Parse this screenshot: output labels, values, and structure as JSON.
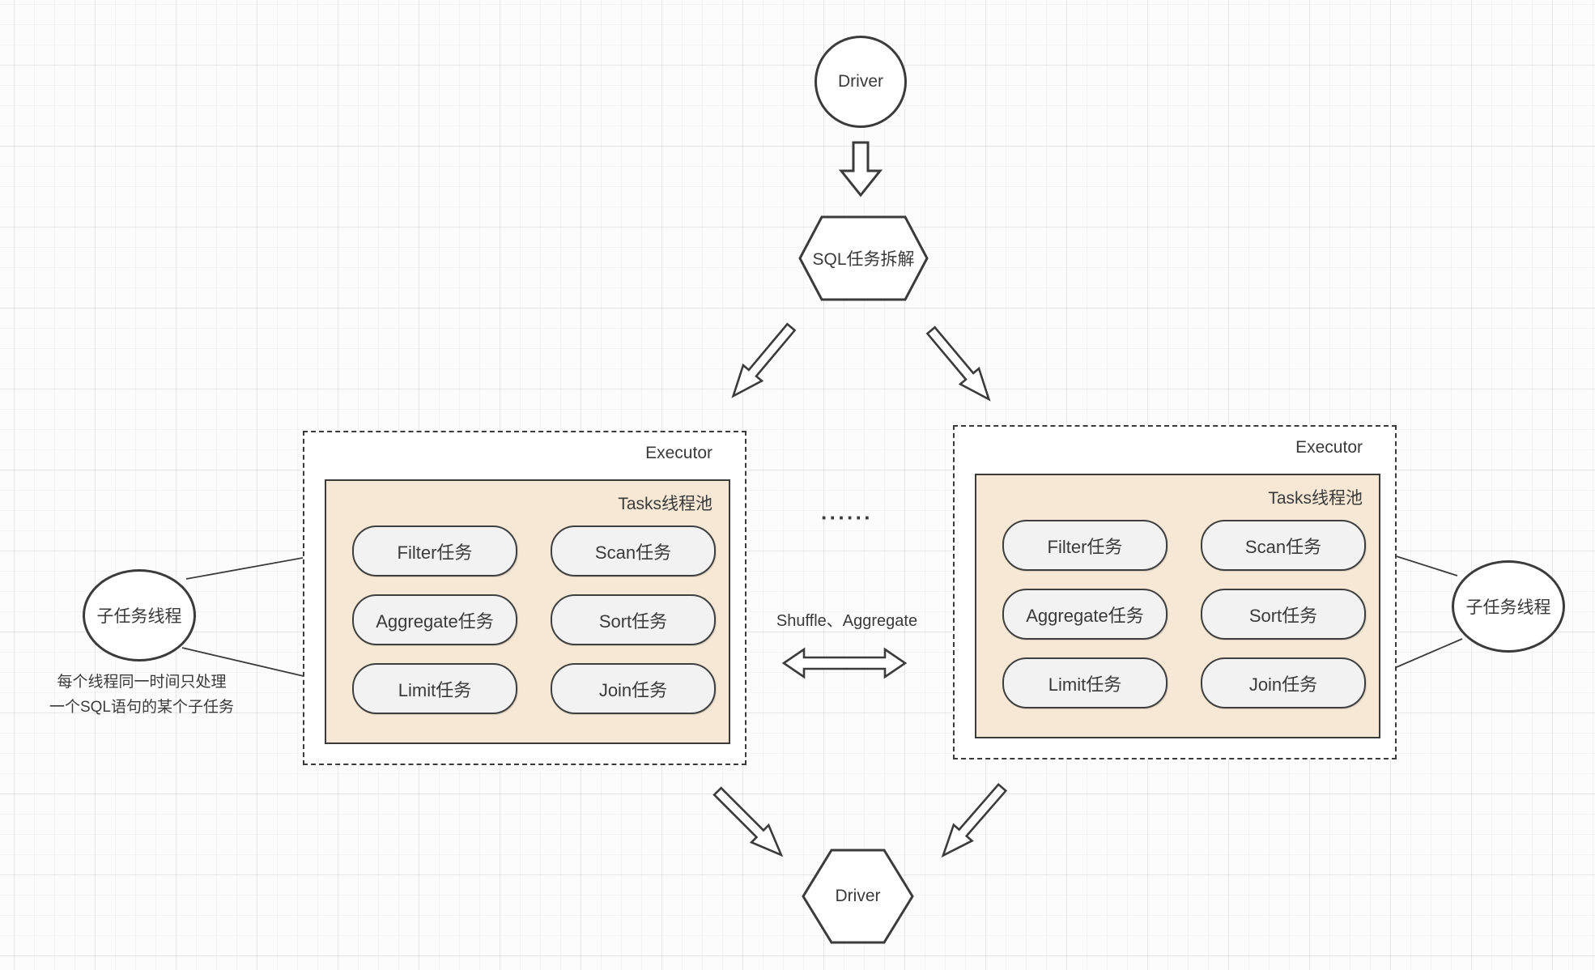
{
  "diagram": {
    "top_driver_label": "Driver",
    "sql_split_label": "SQL任务拆解",
    "bottom_driver_label": "Driver",
    "left_thread_label": "子任务线程",
    "right_thread_label": "子任务线程",
    "ellipsis": "······",
    "shuffle_label": "Shuffle、Aggregate",
    "note_line1": "每个线程同一时间只处理",
    "note_line2": "一个SQL语句的某个子任务"
  },
  "executors": [
    {
      "title": "Executor",
      "pool_title": "Tasks线程池",
      "tasks": [
        "Filter任务",
        "Scan任务",
        "Aggregate任务",
        "Sort任务",
        "Limit任务",
        "Join任务"
      ]
    },
    {
      "title": "Executor",
      "pool_title": "Tasks线程池",
      "tasks": [
        "Filter任务",
        "Scan任务",
        "Aggregate任务",
        "Sort任务",
        "Limit任务",
        "Join任务"
      ]
    }
  ],
  "colors": {
    "shape_stroke": "#3b3b3b",
    "pool_fill": "#f6e8d5",
    "pill_fill": "#f2f2f3",
    "text": "#3a3a3a"
  }
}
